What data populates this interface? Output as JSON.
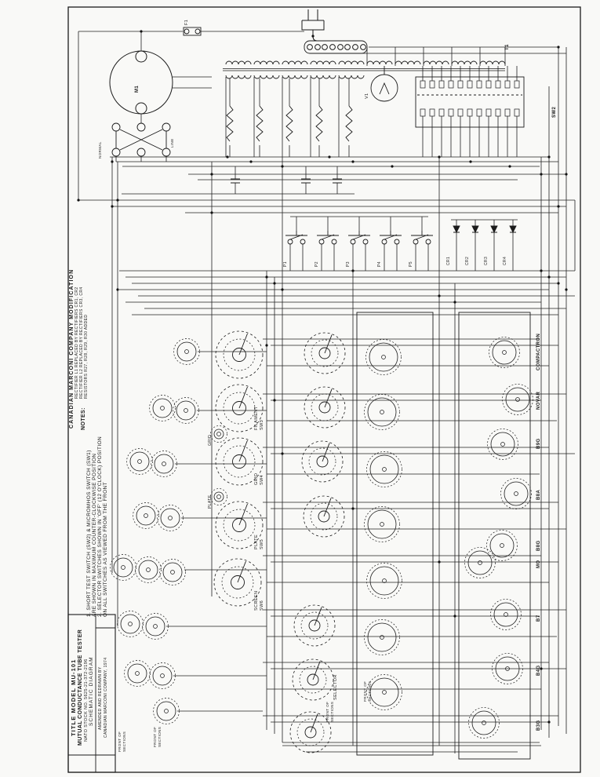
{
  "margin": {
    "modification": [
      "CANADIAN MARCONI COMPANY MODIFICATION",
      "RECTIFIER L1 REPLACED BY RECTIFIERS CR1, CR2",
      "RECTIFIER L2 REPLACED BY RECTIFIERS CR3, CR4",
      "RESISTORS R27, R28, R29, R30 ADDED"
    ],
    "notes_header": "NOTES:",
    "notes": [
      "1. SHORT TEST SWITCH (SW2) & MICROMHOS SWITCH (SW1)",
      "ARE SHOWN IN MAXIMUM COUNTER-CLOCKWISE POSITION",
      "2. SELECTOR SWITCHES SHOWN IN 'OFF' (12 O'CLOCK) POSITION",
      "ON ALL SWITCHES AS VIEWED FROM THE FRONT"
    ]
  },
  "title_block": {
    "title": "TITLE   MODEL MU-101",
    "subtitle": "MUTUAL CONDUCTANCE TUBE TESTER",
    "stock_no": "NATO STOCK NO. 5625-21-372-2196",
    "doc_type": "SCHEMATIC DIAGRAM",
    "credit1": "AMENDED AND REDRAWN BY",
    "credit2": "CANADIAN MARCONI COMPANY, 1974"
  },
  "socket_bases": [
    "COMPACTRON",
    "NOVAR",
    "B9G",
    "B8A",
    "B8G",
    "MO",
    "B7",
    "B4G",
    "B3G"
  ],
  "rotary_switches": [
    {
      "name": "FILAMENT",
      "ref": "SW3"
    },
    {
      "name": "GRID",
      "ref": "SW4"
    },
    {
      "name": "PLATE",
      "ref": "SW5"
    },
    {
      "name": "SCREEN",
      "ref": "SW6"
    }
  ],
  "aux_labels": {
    "grid": "GRID",
    "plate": "PLATE",
    "selector": "SELECTOR"
  },
  "components": {
    "t1": "T1",
    "sw2": "SW2",
    "m1": "M1",
    "v1": "V1",
    "f1": "F1",
    "normal": "NORMAL",
    "line": "LINE"
  },
  "push_buttons": [
    "P1",
    "P2",
    "P3",
    "P4",
    "P5"
  ],
  "rectifiers": [
    "CR1",
    "CR2",
    "CR3",
    "CR4"
  ],
  "section_label": {
    "line1": "FRONT OF",
    "line2": "SECTIONS"
  }
}
